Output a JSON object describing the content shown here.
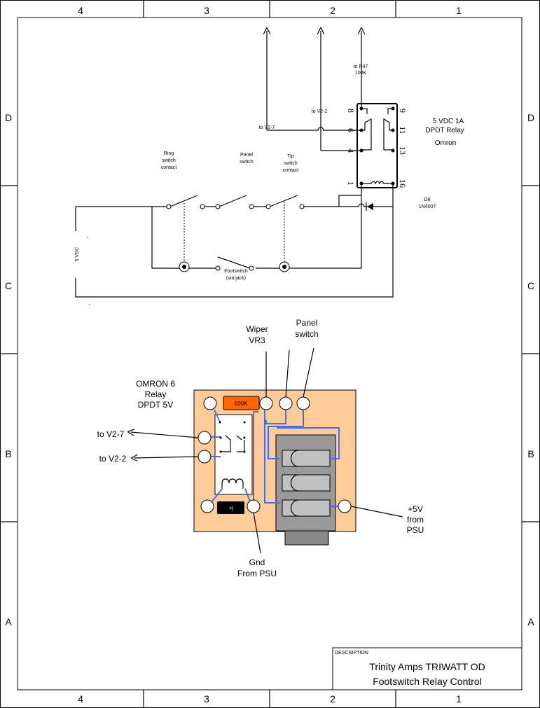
{
  "frame": {
    "columns": [
      "4",
      "3",
      "2",
      "1"
    ],
    "rows": [
      "D",
      "C",
      "B",
      "A"
    ]
  },
  "schematic": {
    "arrow_labels": {
      "v27": "to V2-7",
      "v22": "to V2-2",
      "r47_line1": "to R47",
      "r47_line2": "100K"
    },
    "relay_pins": {
      "p8": "8",
      "p6": "6",
      "p4": "4",
      "p1": "1",
      "p9": "9",
      "p11": "11",
      "p13": "13",
      "p16": "16"
    },
    "relay_desc": {
      "line1": "5 VDC  1A",
      "line2": "DPDT Relay",
      "line3": "Omron"
    },
    "diode": {
      "ref": "D8",
      "part": "1N4007"
    },
    "ring_label": [
      "Ring",
      "switch",
      "contact"
    ],
    "panel_label": [
      "Panel",
      "switch"
    ],
    "tip_label": [
      "Tip",
      "switch",
      "contact"
    ],
    "footswitch_label": [
      "Footswitch",
      "(via jack)"
    ],
    "supply_label": "5 VDC"
  },
  "layout_board": {
    "resistor_label": "100K",
    "diode_mark": ">|",
    "wiper_label": [
      "Wiper",
      "VR3"
    ],
    "panel_label": [
      "Panel",
      "switch"
    ],
    "relay_label": [
      "OMRON 6",
      "Relay",
      "DPDT 5V"
    ],
    "to_v27": "to V2-7",
    "to_v22": "to V2-2",
    "gnd_label": [
      "Gnd",
      "From PSU"
    ],
    "plus5_label": [
      "+5V",
      "from",
      "PSU"
    ],
    "colors": {
      "board": "#FFCC99",
      "resistor": "#FF6600",
      "wire": "#4A6FE0",
      "jack": "#999999"
    }
  },
  "title_block": {
    "header": "DESCRIPTION",
    "line1": "Trinity Amps TRIWATT OD",
    "line2": "Footswitch Relay Control"
  }
}
